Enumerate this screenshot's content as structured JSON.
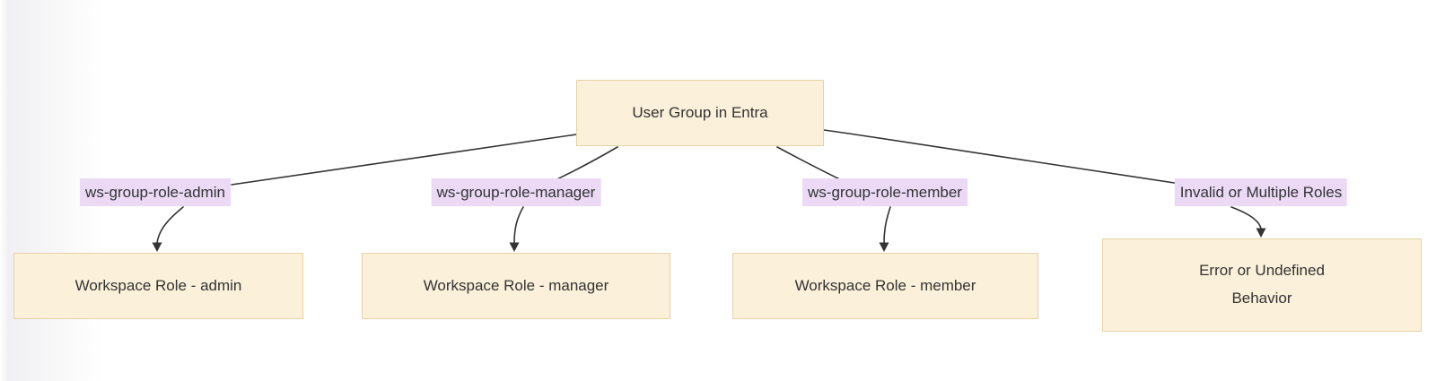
{
  "diagram": {
    "type": "flowchart",
    "direction": "top-down",
    "root": {
      "label": "User Group in Entra"
    },
    "branches": [
      {
        "edge_label": "ws-group-role-admin",
        "node_label": "Workspace Role - admin"
      },
      {
        "edge_label": "ws-group-role-manager",
        "node_label": "Workspace Role - manager"
      },
      {
        "edge_label": "ws-group-role-member",
        "node_label": "Workspace Role - member"
      },
      {
        "edge_label": "Invalid or Multiple Roles",
        "node_label": "Error or Undefined Behavior"
      }
    ],
    "colors": {
      "node_fill": "#fbf0da",
      "node_border": "#e6d3a6",
      "edge_label_bg": "#ebd9f6",
      "edge_stroke": "#333333",
      "text": "#333333",
      "background": "#ffffff"
    }
  }
}
